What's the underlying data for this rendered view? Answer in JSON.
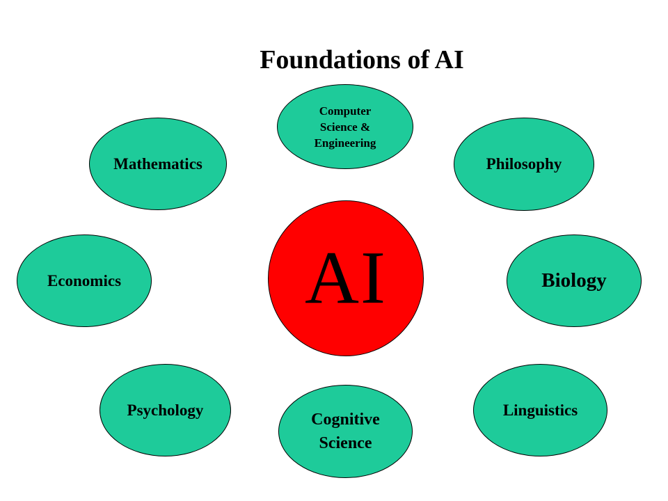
{
  "title": "Foundations of AI",
  "colors": {
    "node_fill": "#1ecb9a",
    "center_fill": "#ff0000",
    "outline": "#000000",
    "text": "#000000",
    "background": "#ffffff"
  },
  "center": {
    "label": "AI"
  },
  "nodes": [
    {
      "label": "Computer\nScience & \nEngineering"
    },
    {
      "label": "Mathematics"
    },
    {
      "label": "Philosophy"
    },
    {
      "label": "Economics"
    },
    {
      "label": "Biology"
    },
    {
      "label": "Psychology"
    },
    {
      "label": "Cognitive\nScience"
    },
    {
      "label": "Linguistics"
    }
  ]
}
